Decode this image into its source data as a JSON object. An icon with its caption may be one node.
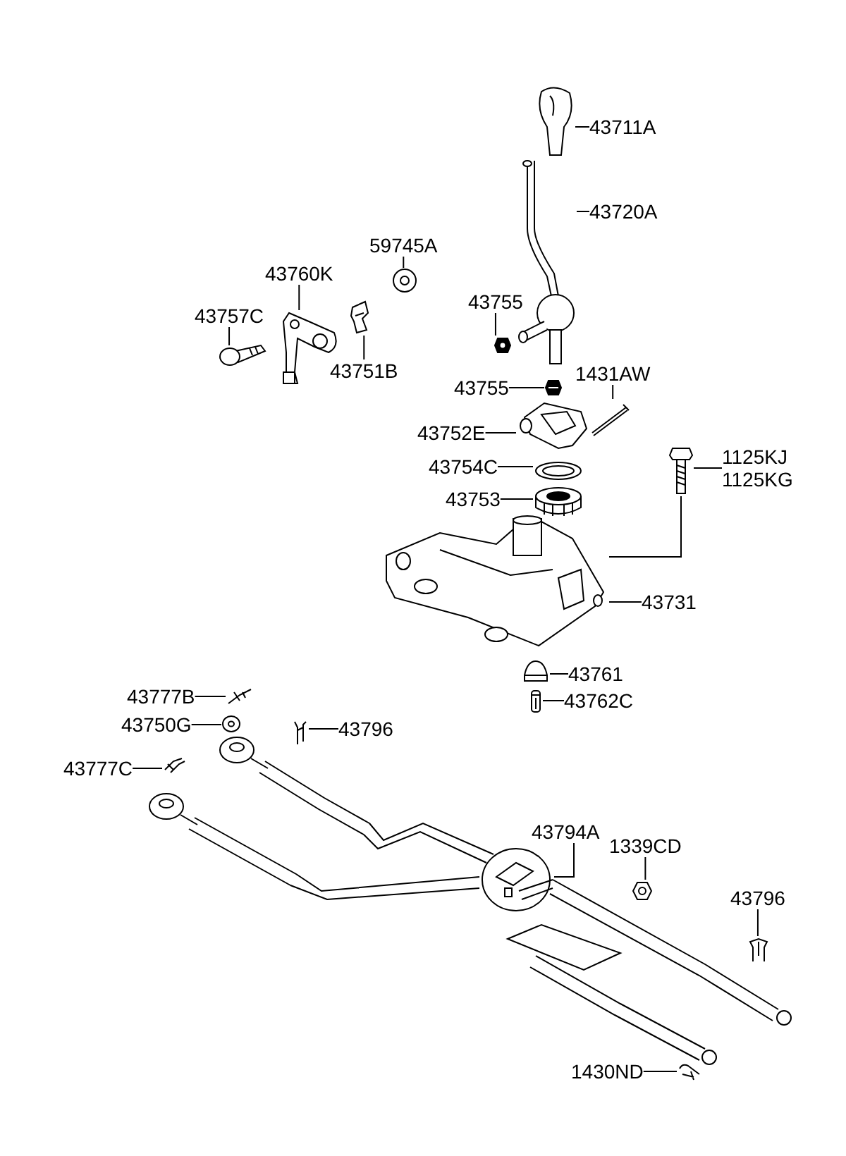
{
  "diagram": {
    "nodes": [
      {
        "text": [
          "43711A"
        ]
      },
      {
        "text": [
          "43720A"
        ]
      },
      {
        "text": [
          "59745A"
        ]
      },
      {
        "text": [
          "43760K"
        ]
      },
      {
        "text": [
          "43757C"
        ]
      },
      {
        "text": [
          "43751B"
        ]
      },
      {
        "text": [
          "43755"
        ]
      },
      {
        "text": [
          "43755"
        ]
      },
      {
        "text": [
          "1431AW"
        ]
      },
      {
        "text": [
          "43752E"
        ]
      },
      {
        "text": [
          "43754C"
        ]
      },
      {
        "text": [
          "43753"
        ]
      },
      {
        "text": [
          "1125KJ",
          "1125KG"
        ]
      },
      {
        "text": [
          "43731"
        ]
      },
      {
        "text": [
          "43761"
        ]
      },
      {
        "text": [
          "43762C"
        ]
      },
      {
        "text": [
          "43777B"
        ]
      },
      {
        "text": [
          "43750G"
        ]
      },
      {
        "text": [
          "43796"
        ]
      },
      {
        "text": [
          "43777C"
        ]
      },
      {
        "text": [
          "43794A"
        ]
      },
      {
        "text": [
          "1339CD"
        ]
      },
      {
        "text": [
          "43796"
        ]
      },
      {
        "text": [
          "1430ND"
        ]
      },
      {
        "text": [],
        "shape": "picture"
      },
      {
        "text": [],
        "shape": "picture"
      },
      {
        "text": [],
        "shape": "picture"
      },
      {
        "text": [],
        "shape": "picture"
      },
      {
        "text": [],
        "shape": "picture"
      },
      {
        "text": [],
        "shape": "picture"
      },
      {
        "text": [],
        "shape": "picture"
      },
      {
        "text": [],
        "shape": "picture"
      },
      {
        "text": [],
        "shape": "picture"
      },
      {
        "text": [],
        "shape": "picture"
      },
      {
        "text": [],
        "shape": "picture"
      },
      {
        "text": [],
        "shape": "picture"
      },
      {
        "text": [],
        "shape": "picture"
      },
      {
        "text": [],
        "shape": "picture"
      },
      {
        "text": [],
        "shape": "picture"
      },
      {
        "text": [],
        "shape": "picture"
      },
      {
        "text": [],
        "shape": "picture"
      },
      {
        "text": [],
        "shape": "picture"
      },
      {
        "text": [],
        "shape": "picture"
      },
      {
        "text": [],
        "shape": "picture"
      },
      {
        "text": [],
        "shape": "picture"
      },
      {
        "text": [],
        "shape": "picture"
      },
      {
        "text": [],
        "shape": "picture"
      },
      {
        "text": [],
        "shape": "picture"
      }
    ],
    "edges": [
      {
        "from": 0,
        "to": 24,
        "arrow": "none"
      },
      {
        "from": 1,
        "to": 25,
        "arrow": "none"
      },
      {
        "from": 2,
        "to": 26,
        "arrow": "none"
      },
      {
        "from": 3,
        "to": 27,
        "arrow": "none"
      },
      {
        "from": 4,
        "to": 28,
        "arrow": "none"
      },
      {
        "from": 5,
        "to": 29,
        "arrow": "none"
      },
      {
        "from": 6,
        "to": 30,
        "arrow": "none"
      },
      {
        "from": 7,
        "to": 31,
        "arrow": "none"
      },
      {
        "from": 8,
        "to": 32,
        "arrow": "none"
      },
      {
        "from": 9,
        "to": 33,
        "arrow": "none"
      },
      {
        "from": 10,
        "to": 34,
        "arrow": "none"
      },
      {
        "from": 11,
        "to": 35,
        "arrow": "none"
      },
      {
        "from": 12,
        "to": 36,
        "arrow": "none"
      },
      {
        "from": 13,
        "to": 37,
        "arrow": "none"
      },
      {
        "from": 14,
        "to": 38,
        "arrow": "none"
      },
      {
        "from": 15,
        "to": 39,
        "arrow": "none"
      },
      {
        "from": 16,
        "to": 40,
        "arrow": "none"
      },
      {
        "from": 17,
        "to": 41,
        "arrow": "none"
      },
      {
        "from": 18,
        "to": 42,
        "arrow": "none"
      },
      {
        "from": 19,
        "to": 43,
        "arrow": "none"
      },
      {
        "from": 20,
        "to": 44,
        "arrow": "none"
      },
      {
        "from": 21,
        "to": 45,
        "arrow": "none"
      },
      {
        "from": 22,
        "to": 46,
        "arrow": "none"
      },
      {
        "from": 23,
        "to": 47,
        "arrow": "none"
      },
      {
        "from": 36,
        "to": 37,
        "arrow": "none"
      }
    ]
  }
}
